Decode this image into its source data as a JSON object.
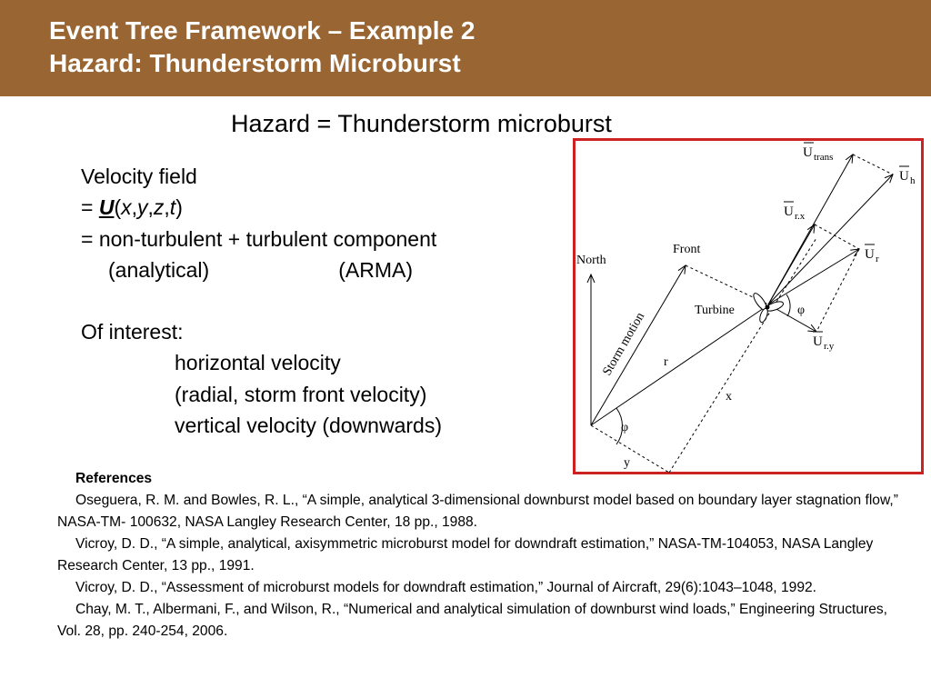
{
  "header": {
    "title_line1": "Event Tree Framework – Example 2",
    "title_line2": "Hazard: Thunderstorm Microburst"
  },
  "main_heading": "Hazard = Thunderstorm microburst",
  "velocity": {
    "line1": "Velocity field",
    "eq_prefix": "= ",
    "U": "U",
    "args": [
      "(",
      "x",
      ",",
      "y",
      ",",
      "z",
      ",",
      "t",
      ")"
    ],
    "line3": "= non-turbulent + turbulent component",
    "analytical": "(analytical)",
    "arma": "(ARMA)"
  },
  "interest": {
    "heading": "Of interest:",
    "items": [
      "horizontal velocity",
      "(radial, storm front velocity)",
      "vertical velocity (downwards)"
    ]
  },
  "references": {
    "heading": "References",
    "items": [
      "Oseguera, R. M. and Bowles, R. L., “A simple, analytical 3-dimensional downburst model based on boundary layer stagnation flow,” NASA-TM- 100632, NASA Langley Research Center, 18 pp., 1988.",
      "Vicroy, D. D., “A simple, analytical, axisymmetric microburst model for downdraft estimation,” NASA-TM-104053, NASA Langley Research Center, 13 pp., 1991.",
      "Vicroy, D. D., “Assessment of microburst models for downdraft estimation,” Journal of Aircraft, 29(6):1043–1048, 1992.",
      "Chay, M. T., Albermani, F., and Wilson, R., “Numerical and analytical simulation of downburst wind loads,” Engineering Structures, Vol. 28, pp. 240-254, 2006."
    ]
  },
  "figure": {
    "north": "North",
    "front": "Front",
    "storm_motion": "Storm motion",
    "turbine": "Turbine",
    "phi": "φ",
    "r": "r",
    "x": "x",
    "y": "y",
    "u": "U",
    "sub_trans": "trans",
    "sub_h": "h",
    "sub_rx": "r.x",
    "sub_r": "r",
    "sub_ry": "r.y",
    "border_color": "#cc2222"
  },
  "colors": {
    "header_bg": "#996633",
    "header_text": "#ffffff"
  }
}
